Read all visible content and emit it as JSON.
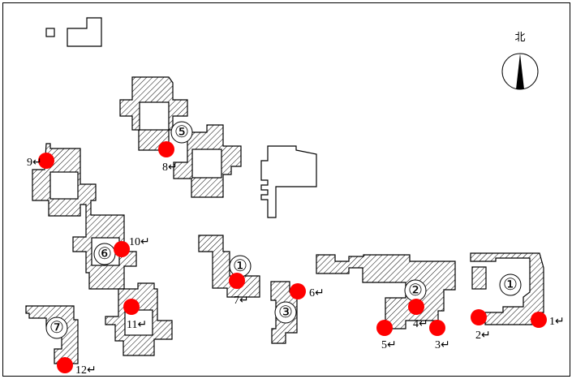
{
  "north_label": "北",
  "buildings": [
    {
      "label": "①",
      "id": "building-1-center"
    },
    {
      "label": "①",
      "id": "building-1-right"
    },
    {
      "label": "②",
      "id": "building-2"
    },
    {
      "label": "③",
      "id": "building-3"
    },
    {
      "label": "⑤",
      "id": "building-5"
    },
    {
      "label": "⑥",
      "id": "building-6"
    },
    {
      "label": "⑦",
      "id": "building-7"
    }
  ],
  "points": [
    {
      "label": "1↵"
    },
    {
      "label": "2↵"
    },
    {
      "label": "3↵"
    },
    {
      "label": "4↵"
    },
    {
      "label": "5↵"
    },
    {
      "label": "6↵"
    },
    {
      "label": "7↵"
    },
    {
      "label": "8↵"
    },
    {
      "label": "9↵"
    },
    {
      "label": "10↵"
    },
    {
      "label": "11↵"
    },
    {
      "label": "12↵"
    }
  ],
  "colors": {
    "point": "#ff0000"
  }
}
